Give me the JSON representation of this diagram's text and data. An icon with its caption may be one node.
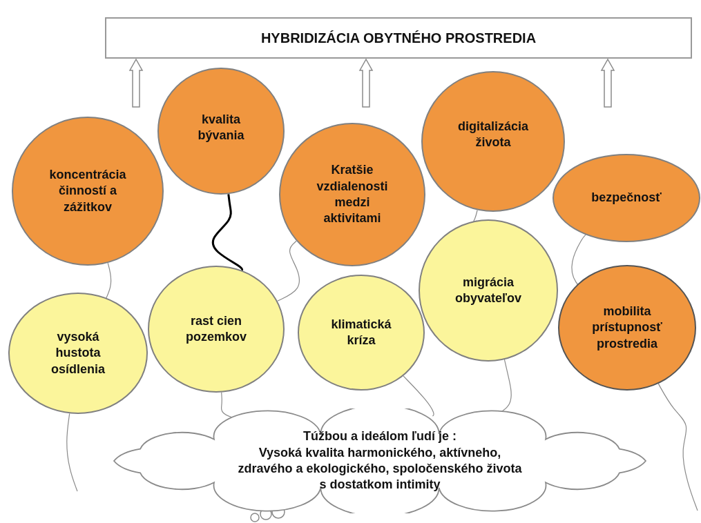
{
  "diagram": {
    "nodes": [
      {
        "text": [
          "HYBRIDIZÁCIA OBYTNÉHO PROSTREDIA"
        ]
      },
      {
        "text": [
          "koncentrácia činností a zážitkov"
        ]
      },
      {
        "text": [
          "kvalita bývania"
        ]
      },
      {
        "text": [
          "Kratšie vzdialenosti medzi aktivitami"
        ]
      },
      {
        "text": [
          "digitalizácia života"
        ]
      },
      {
        "text": [
          "bezpečnosť"
        ]
      },
      {
        "text": [
          "vysoká hustota osídlenia"
        ]
      },
      {
        "text": [
          "rast cien pozemkov"
        ]
      },
      {
        "text": [
          "klimatická kríza"
        ]
      },
      {
        "text": [
          "migrácia obyvateľov"
        ]
      },
      {
        "text": [
          "mobilita prístupnosť prostredia"
        ]
      },
      {
        "text": [
          "Túžbou a ideálom ľudí je :",
          "Vysoká kvalita harmonického, aktívneho, zdravého a ekologického, spoločenského života s dostatkom intimity"
        ]
      }
    ],
    "edges": [
      {
        "from": null,
        "to": 0,
        "arrow": "to"
      },
      {
        "from": null,
        "to": 0,
        "arrow": "to"
      },
      {
        "from": null,
        "to": 0,
        "arrow": "to"
      },
      {
        "from": 2,
        "to": 7,
        "arrow": "none",
        "style": "thick",
        "color": "#000000"
      },
      {
        "from": 1,
        "to": 6,
        "arrow": "none"
      },
      {
        "from": 3,
        "to": 7,
        "arrow": "none"
      },
      {
        "from": 4,
        "to": 9,
        "arrow": "none"
      },
      {
        "from": 5,
        "to": 10,
        "arrow": "none"
      },
      {
        "from": 6,
        "to": null,
        "arrow": "none"
      },
      {
        "from": 7,
        "to": 11,
        "arrow": "none"
      },
      {
        "from": 8,
        "to": 11,
        "arrow": "none"
      },
      {
        "from": 9,
        "to": 11,
        "arrow": "none"
      },
      {
        "from": 10,
        "to": null,
        "arrow": "none"
      }
    ]
  }
}
